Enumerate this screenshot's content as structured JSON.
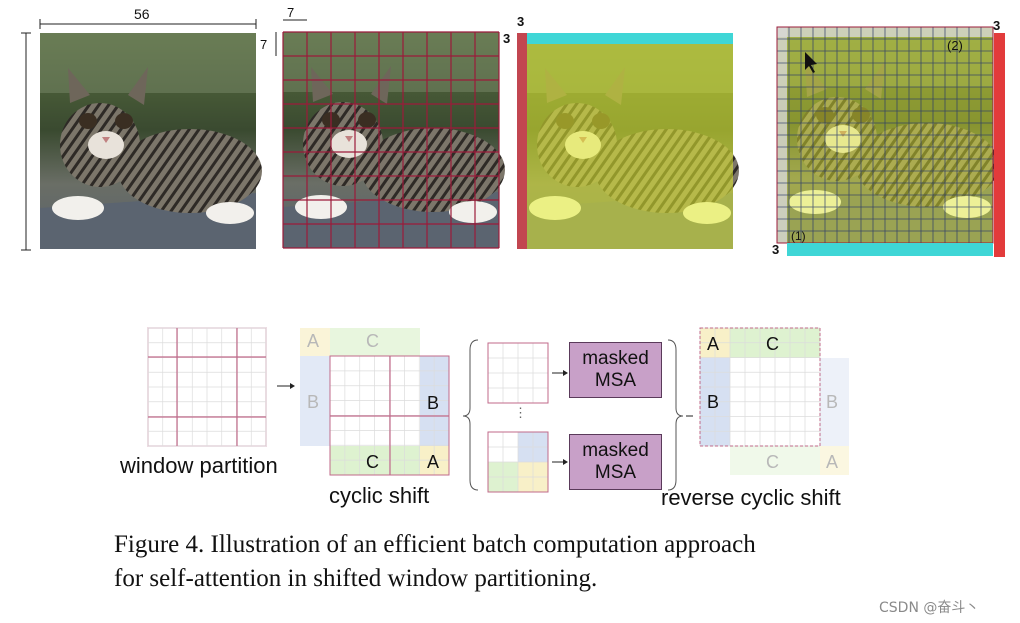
{
  "top_row": {
    "dim_56": "56",
    "dim_7_top": "7",
    "dim_7_side": "7",
    "dim_3_a": "3",
    "dim_3_b": "3",
    "dim_3_c": "3",
    "dim_3_d": "3",
    "region_1": "(1)",
    "region_2": "(2)"
  },
  "diagram": {
    "window_partition": "window partition",
    "cyclic_shift": "cyclic shift",
    "reverse_cyclic_shift": "reverse cyclic shift",
    "masked_msa_1_line1": "masked",
    "masked_msa_1_line2": "MSA",
    "masked_msa_2_line1": "masked",
    "masked_msa_2_line2": "MSA",
    "letter_a": "A",
    "letter_b": "B",
    "letter_c": "C",
    "dots": "⋮"
  },
  "caption": {
    "line1": "Figure 4. Illustration of an efficient batch computation approach",
    "line2": "for self-attention in shifted window partitioning."
  },
  "watermark": "CSDN @奋斗丶",
  "colors": {
    "grid_red": "#9b1b3a",
    "cyan": "#3fd6d6",
    "red_bar": "#e23b3b",
    "yellow_overlay": "#e6f030",
    "region_a": "#f8f0c8",
    "region_b": "#d6e0f2",
    "region_c": "#def2d0",
    "msa_fill": "#c8a0c8"
  }
}
